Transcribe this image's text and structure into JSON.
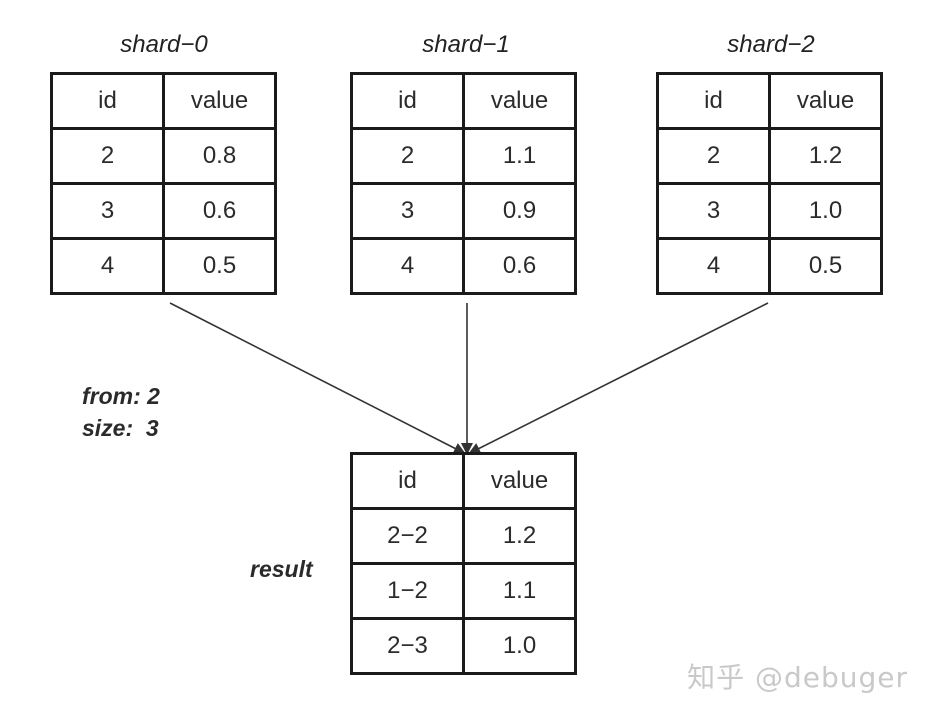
{
  "shards": [
    {
      "title": "shard−0",
      "header": {
        "id": "id",
        "value": "value"
      },
      "rows": [
        {
          "id": "2",
          "value": "0.8"
        },
        {
          "id": "3",
          "value": "0.6"
        },
        {
          "id": "4",
          "value": "0.5"
        }
      ]
    },
    {
      "title": "shard−1",
      "header": {
        "id": "id",
        "value": "value"
      },
      "rows": [
        {
          "id": "2",
          "value": "1.1"
        },
        {
          "id": "3",
          "value": "0.9"
        },
        {
          "id": "4",
          "value": "0.6"
        }
      ]
    },
    {
      "title": "shard−2",
      "header": {
        "id": "id",
        "value": "value"
      },
      "rows": [
        {
          "id": "2",
          "value": "1.2"
        },
        {
          "id": "3",
          "value": "1.0"
        },
        {
          "id": "4",
          "value": "0.5"
        }
      ]
    }
  ],
  "query": {
    "from_label": "from: 2",
    "size_label": "size:  3"
  },
  "result": {
    "label": "result",
    "header": {
      "id": "id",
      "value": "value"
    },
    "rows": [
      {
        "id": "2−2",
        "value": "1.2"
      },
      {
        "id": "1−2",
        "value": "1.1"
      },
      {
        "id": "2−3",
        "value": "1.0"
      }
    ]
  },
  "watermark": "知乎 @debuger",
  "colors": {
    "line": "#333333",
    "border": "#1a1a1a"
  }
}
